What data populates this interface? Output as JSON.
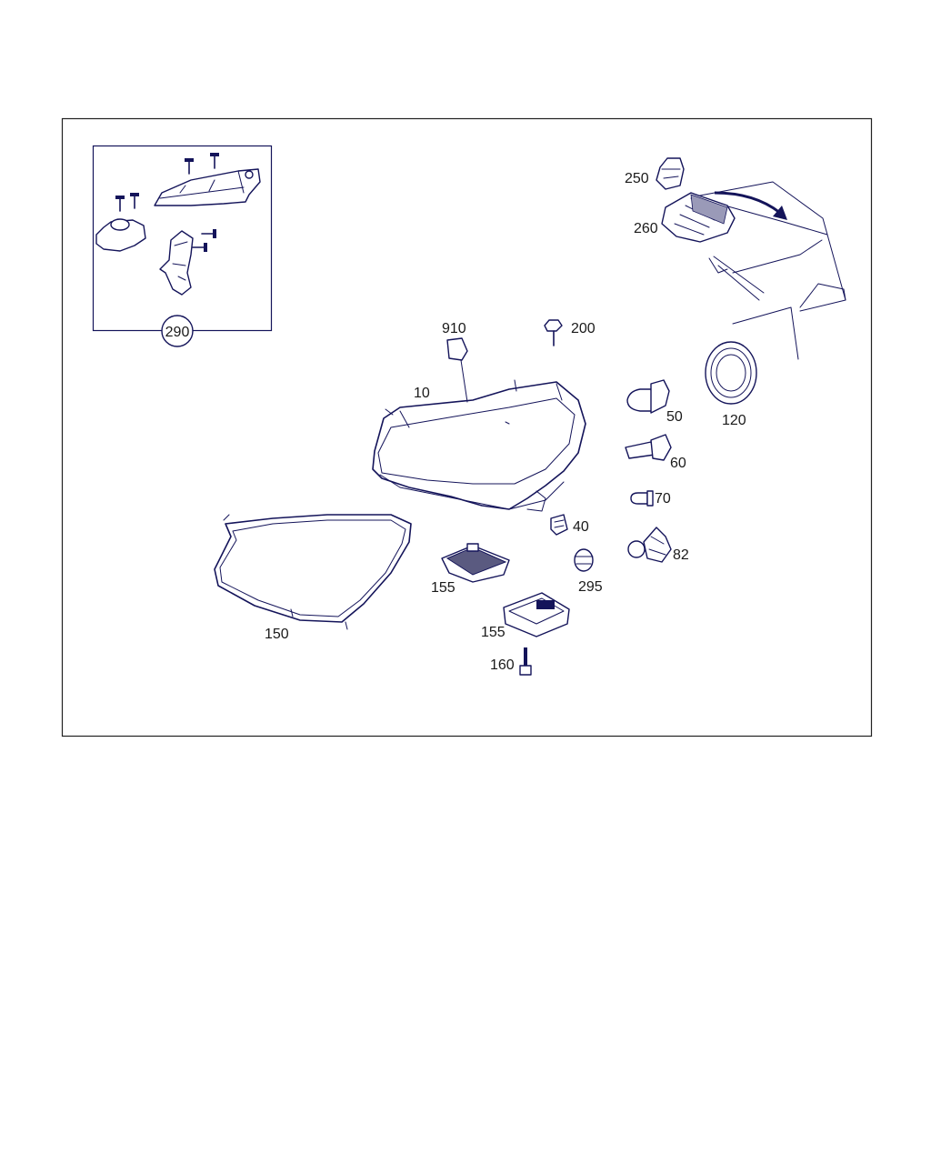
{
  "callouts": {
    "c250": "250",
    "c260": "260",
    "c290": "290",
    "c910": "910",
    "c200": "200",
    "c10": "10",
    "c50": "50",
    "c120": "120",
    "c60": "60",
    "c70": "70",
    "c40": "40",
    "c82": "82",
    "c155a": "155",
    "c295": "295",
    "c150": "150",
    "c155b": "155",
    "c160": "160"
  },
  "colors": {
    "line": "#14145a",
    "frame": "#222222",
    "text": "#1a1a1a"
  }
}
